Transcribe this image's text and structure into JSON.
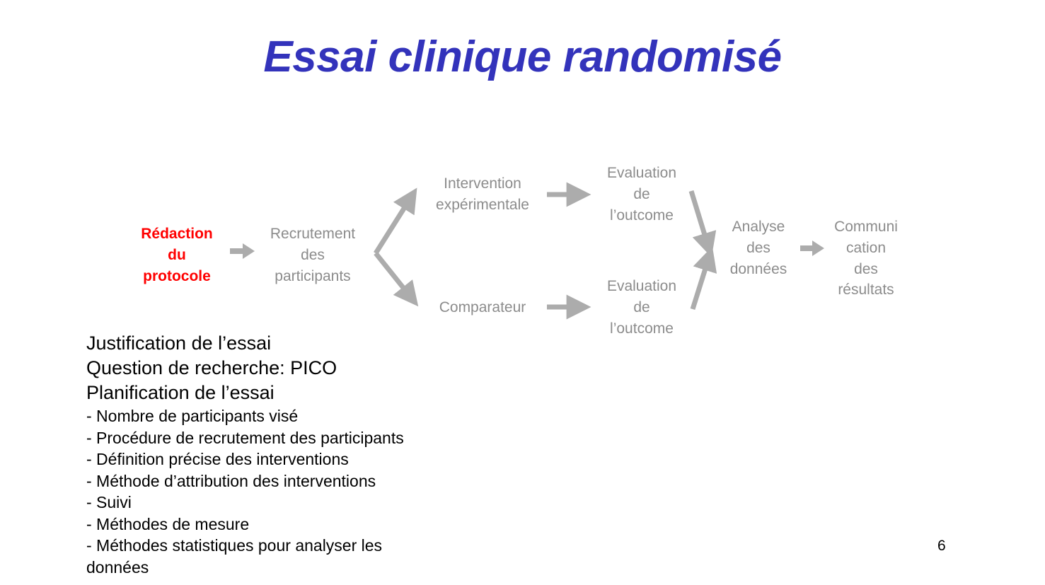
{
  "slide": {
    "title": "Essai clinique randomisé",
    "page_number": "6",
    "colors": {
      "title_blue": "#3333bb",
      "highlight_red": "#ff0000",
      "diagram_gray": "#8c8c8c",
      "arrow_gray": "#acacac",
      "body_text": "#000000",
      "background": "#ffffff"
    }
  },
  "diagram": {
    "nodes": [
      {
        "id": "redaction",
        "label": "Rédaction\ndu\nprotocole",
        "style": "red"
      },
      {
        "id": "recrutement",
        "label": "Recrutement\ndes\nparticipants",
        "style": "gray"
      },
      {
        "id": "intervention",
        "label": "Intervention\nexpérimentale",
        "style": "gray"
      },
      {
        "id": "comparateur",
        "label": "Comparateur",
        "style": "gray"
      },
      {
        "id": "evaluation-1",
        "label": "Evaluation\nde\nl’outcome",
        "style": "gray"
      },
      {
        "id": "evaluation-2",
        "label": "Evaluation\nde\nl’outcome",
        "style": "gray"
      },
      {
        "id": "analyse",
        "label": "Analyse\ndes\ndonnées",
        "style": "gray"
      },
      {
        "id": "communication",
        "label": "Communi\ncation\ndes\nrésultats",
        "style": "gray"
      }
    ],
    "arrows": [
      {
        "id": "arrow-redaction-recrutement",
        "kind": "chevron"
      },
      {
        "id": "arrow-recrutement-split-up",
        "kind": "diagonal"
      },
      {
        "id": "arrow-recrutement-split-down",
        "kind": "diagonal"
      },
      {
        "id": "arrow-intervention-evaluation",
        "kind": "straight"
      },
      {
        "id": "arrow-comparateur-evaluation",
        "kind": "straight"
      },
      {
        "id": "arrow-evaluation1-analyse",
        "kind": "diagonal"
      },
      {
        "id": "arrow-evaluation2-analyse",
        "kind": "diagonal"
      },
      {
        "id": "arrow-analyse-communication",
        "kind": "chevron"
      }
    ]
  },
  "body": {
    "headings": [
      "Justification de l’essai",
      "Question de recherche: PICO",
      "Planification de l’essai"
    ],
    "items": [
      "- Nombre de participants visé",
      "- Procédure de recrutement des participants",
      "- Définition précise des interventions",
      "- Méthode d’attribution des interventions",
      "- Suivi",
      "- Méthodes de mesure",
      "- Méthodes statistiques pour analyser les données"
    ]
  }
}
